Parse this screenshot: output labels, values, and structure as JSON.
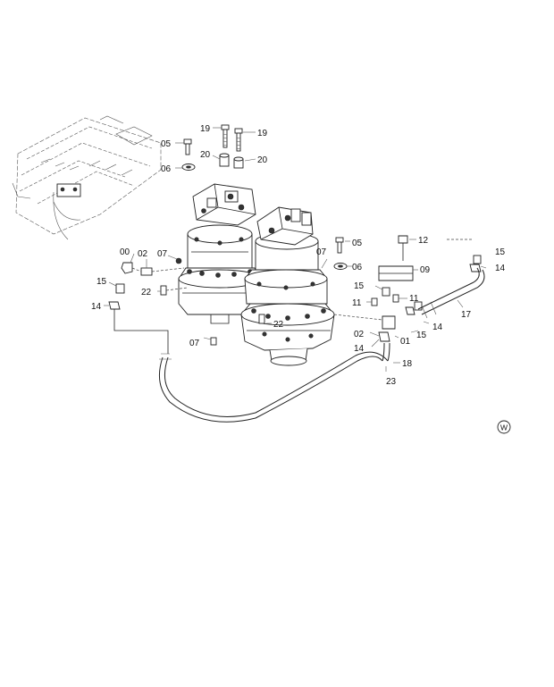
{
  "labels": {
    "l_05a": "05",
    "l_06a": "06",
    "l_19a": "19",
    "l_19b": "19",
    "l_20a": "20",
    "l_20b": "20",
    "l_00": "00",
    "l_02a": "02",
    "l_07a": "07",
    "l_15a": "15",
    "l_14a": "14",
    "l_22a": "22",
    "l_07b": "07",
    "l_22b": "22",
    "l_07c": "07",
    "l_05b": "05",
    "l_06b": "06",
    "l_12": "12",
    "l_15b": "15",
    "l_14b": "14",
    "l_09": "09",
    "l_15c": "15",
    "l_11a": "11",
    "l_11b": "11",
    "l_17": "17",
    "l_14c": "14",
    "l_15d": "15",
    "l_02b": "02",
    "l_01": "01",
    "l_14d": "14",
    "l_18": "18",
    "l_23": "23"
  },
  "logo": "W"
}
